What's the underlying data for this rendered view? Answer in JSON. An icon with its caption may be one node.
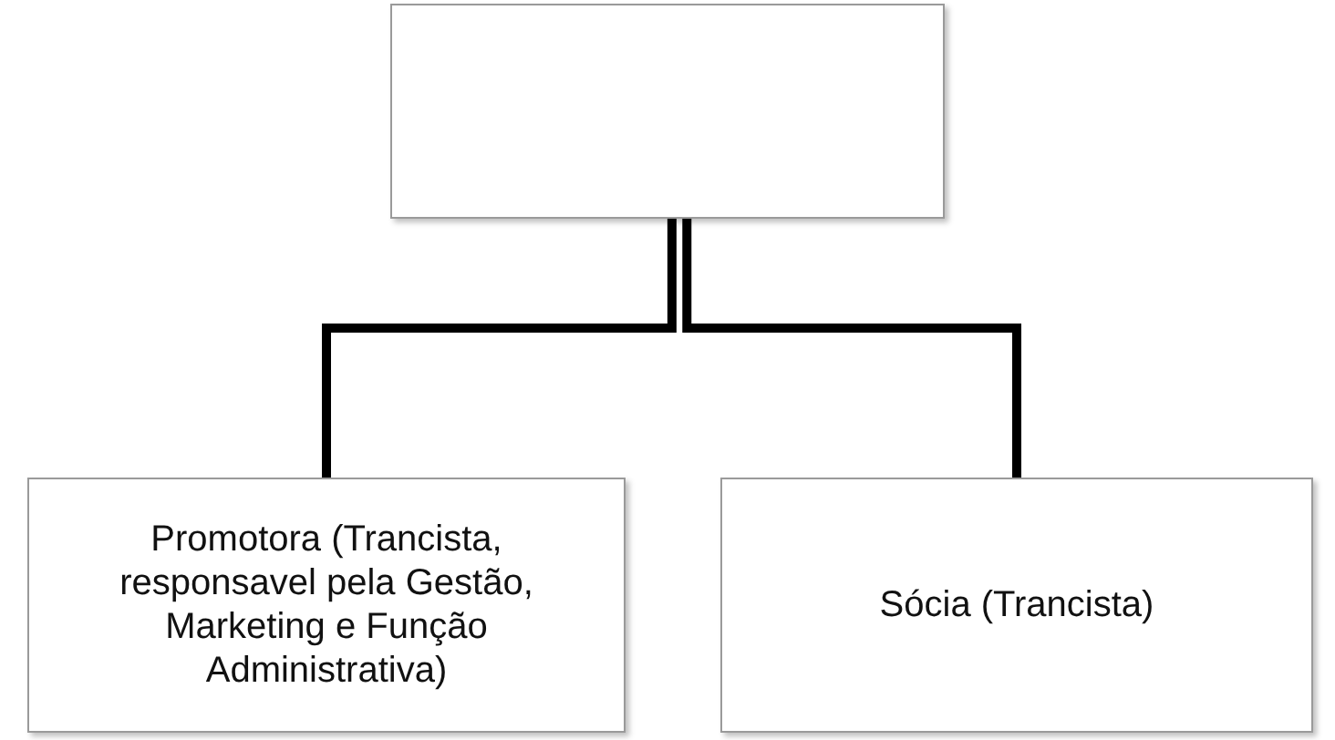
{
  "diagram": {
    "nodes": [
      {
        "text": [],
        "shape": "box"
      },
      {
        "text": [
          "Promotora (Trancista, responsavel pela Gestão, Marketing e Função Administrativa)"
        ]
      },
      {
        "text": [
          "Sócia (Trancista)"
        ]
      }
    ],
    "edges": [
      {
        "from": 0,
        "to": 1,
        "arrow": "none"
      },
      {
        "from": 0,
        "to": 2,
        "arrow": "none"
      }
    ]
  }
}
